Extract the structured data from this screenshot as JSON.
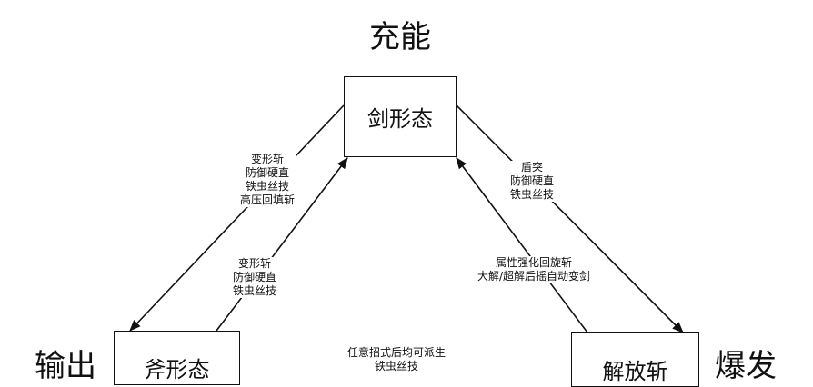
{
  "titles": {
    "top": "充能",
    "left": "输出",
    "right": "爆发"
  },
  "nodes": {
    "sword": "剑形态",
    "axe": "斧形态",
    "release": "解放斩"
  },
  "edges": {
    "sword_to_axe": [
      "变形斩",
      "防御硬直",
      "铁虫丝技",
      "高压回填斩"
    ],
    "axe_to_sword": [
      "变形斩",
      "防御硬直",
      "铁虫丝技"
    ],
    "sword_to_release": [
      "盾突",
      "防御硬直",
      "铁虫丝技"
    ],
    "release_to_sword": [
      "属性强化回旋斩",
      "大解/超解后摇自动变剑"
    ],
    "bottom": [
      "任意招式后均可派生",
      "铁虫丝技"
    ]
  }
}
